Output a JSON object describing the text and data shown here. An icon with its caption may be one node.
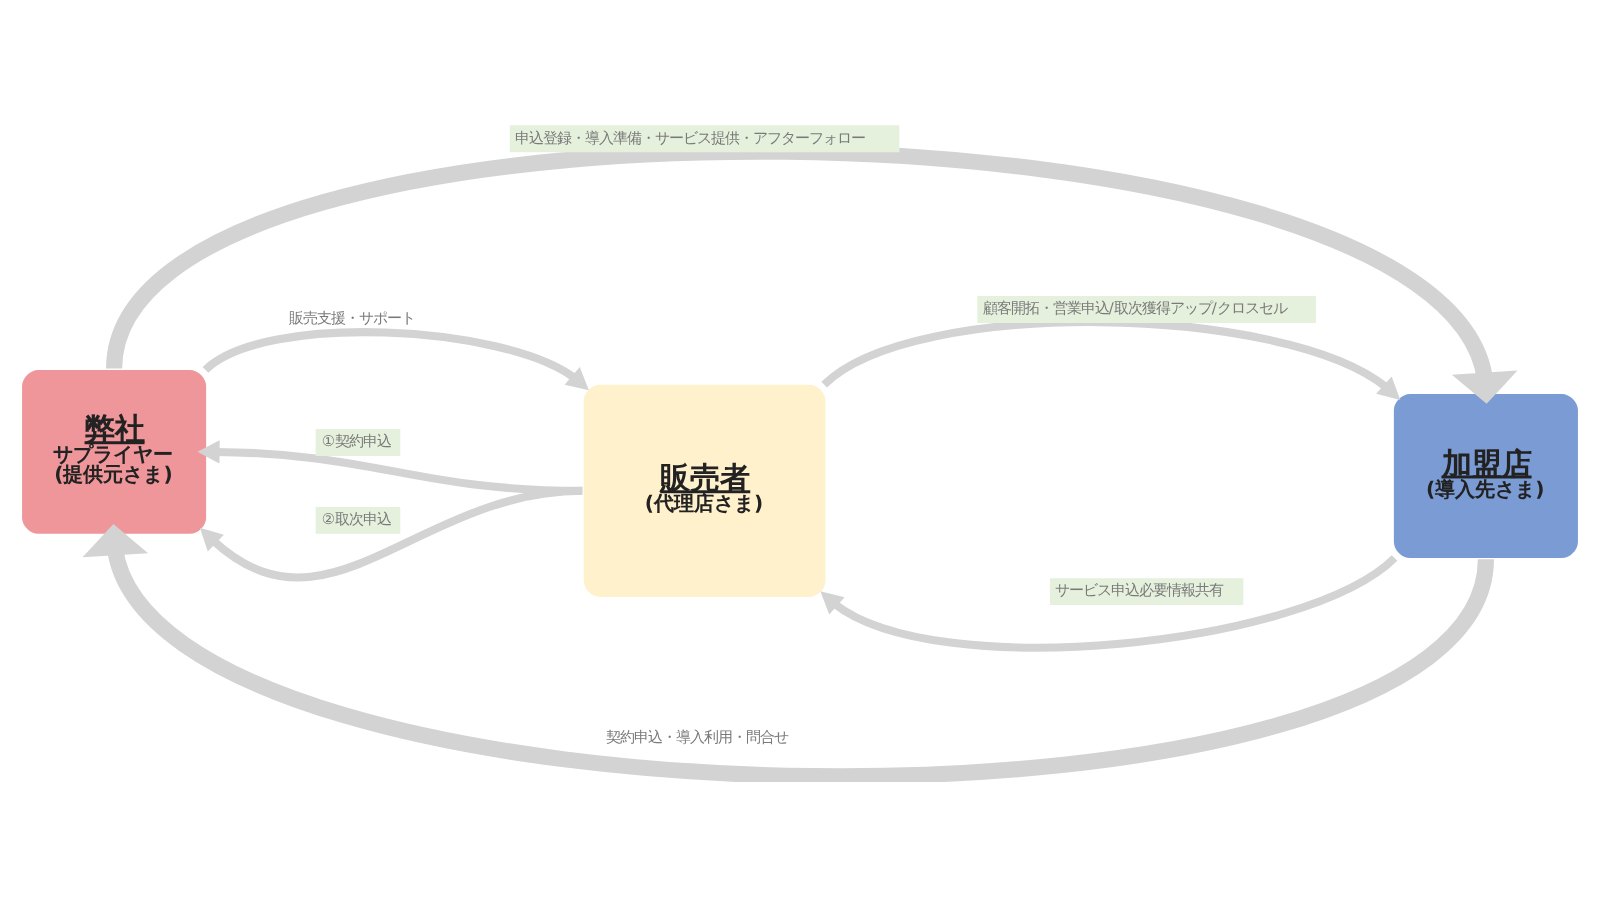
{
  "diagram": {
    "nodes": [
      {
        "text": [
          "弊社",
          "サプライヤー",
          "(提供元さま)"
        ]
      },
      {
        "text": [
          "販売者",
          "(代理店さま)"
        ]
      },
      {
        "text": [
          "加盟店",
          "(導入先さま)"
        ]
      }
    ],
    "edges": [
      {
        "from": 0,
        "to": 2,
        "arrow": "to",
        "label": "申込登録・導入準備・サービス提供・アフターフォロー",
        "style": "thick"
      },
      {
        "from": 0,
        "to": 1,
        "arrow": "to",
        "label": "販売支援・サポート"
      },
      {
        "from": 1,
        "to": 0,
        "arrow": "to",
        "label": "①契約申込"
      },
      {
        "from": 1,
        "to": 0,
        "arrow": "to",
        "label": "②取次申込"
      },
      {
        "from": 1,
        "to": 2,
        "arrow": "to",
        "label": "顧客開拓・営業申込/取次獲得アップ/クロスセル"
      },
      {
        "from": 2,
        "to": 1,
        "arrow": "to",
        "label": "サービス申込必要情報共有"
      },
      {
        "from": 2,
        "to": 0,
        "arrow": "to",
        "label": "契約申込・導入利用・問合せ",
        "style": "thick"
      }
    ]
  }
}
